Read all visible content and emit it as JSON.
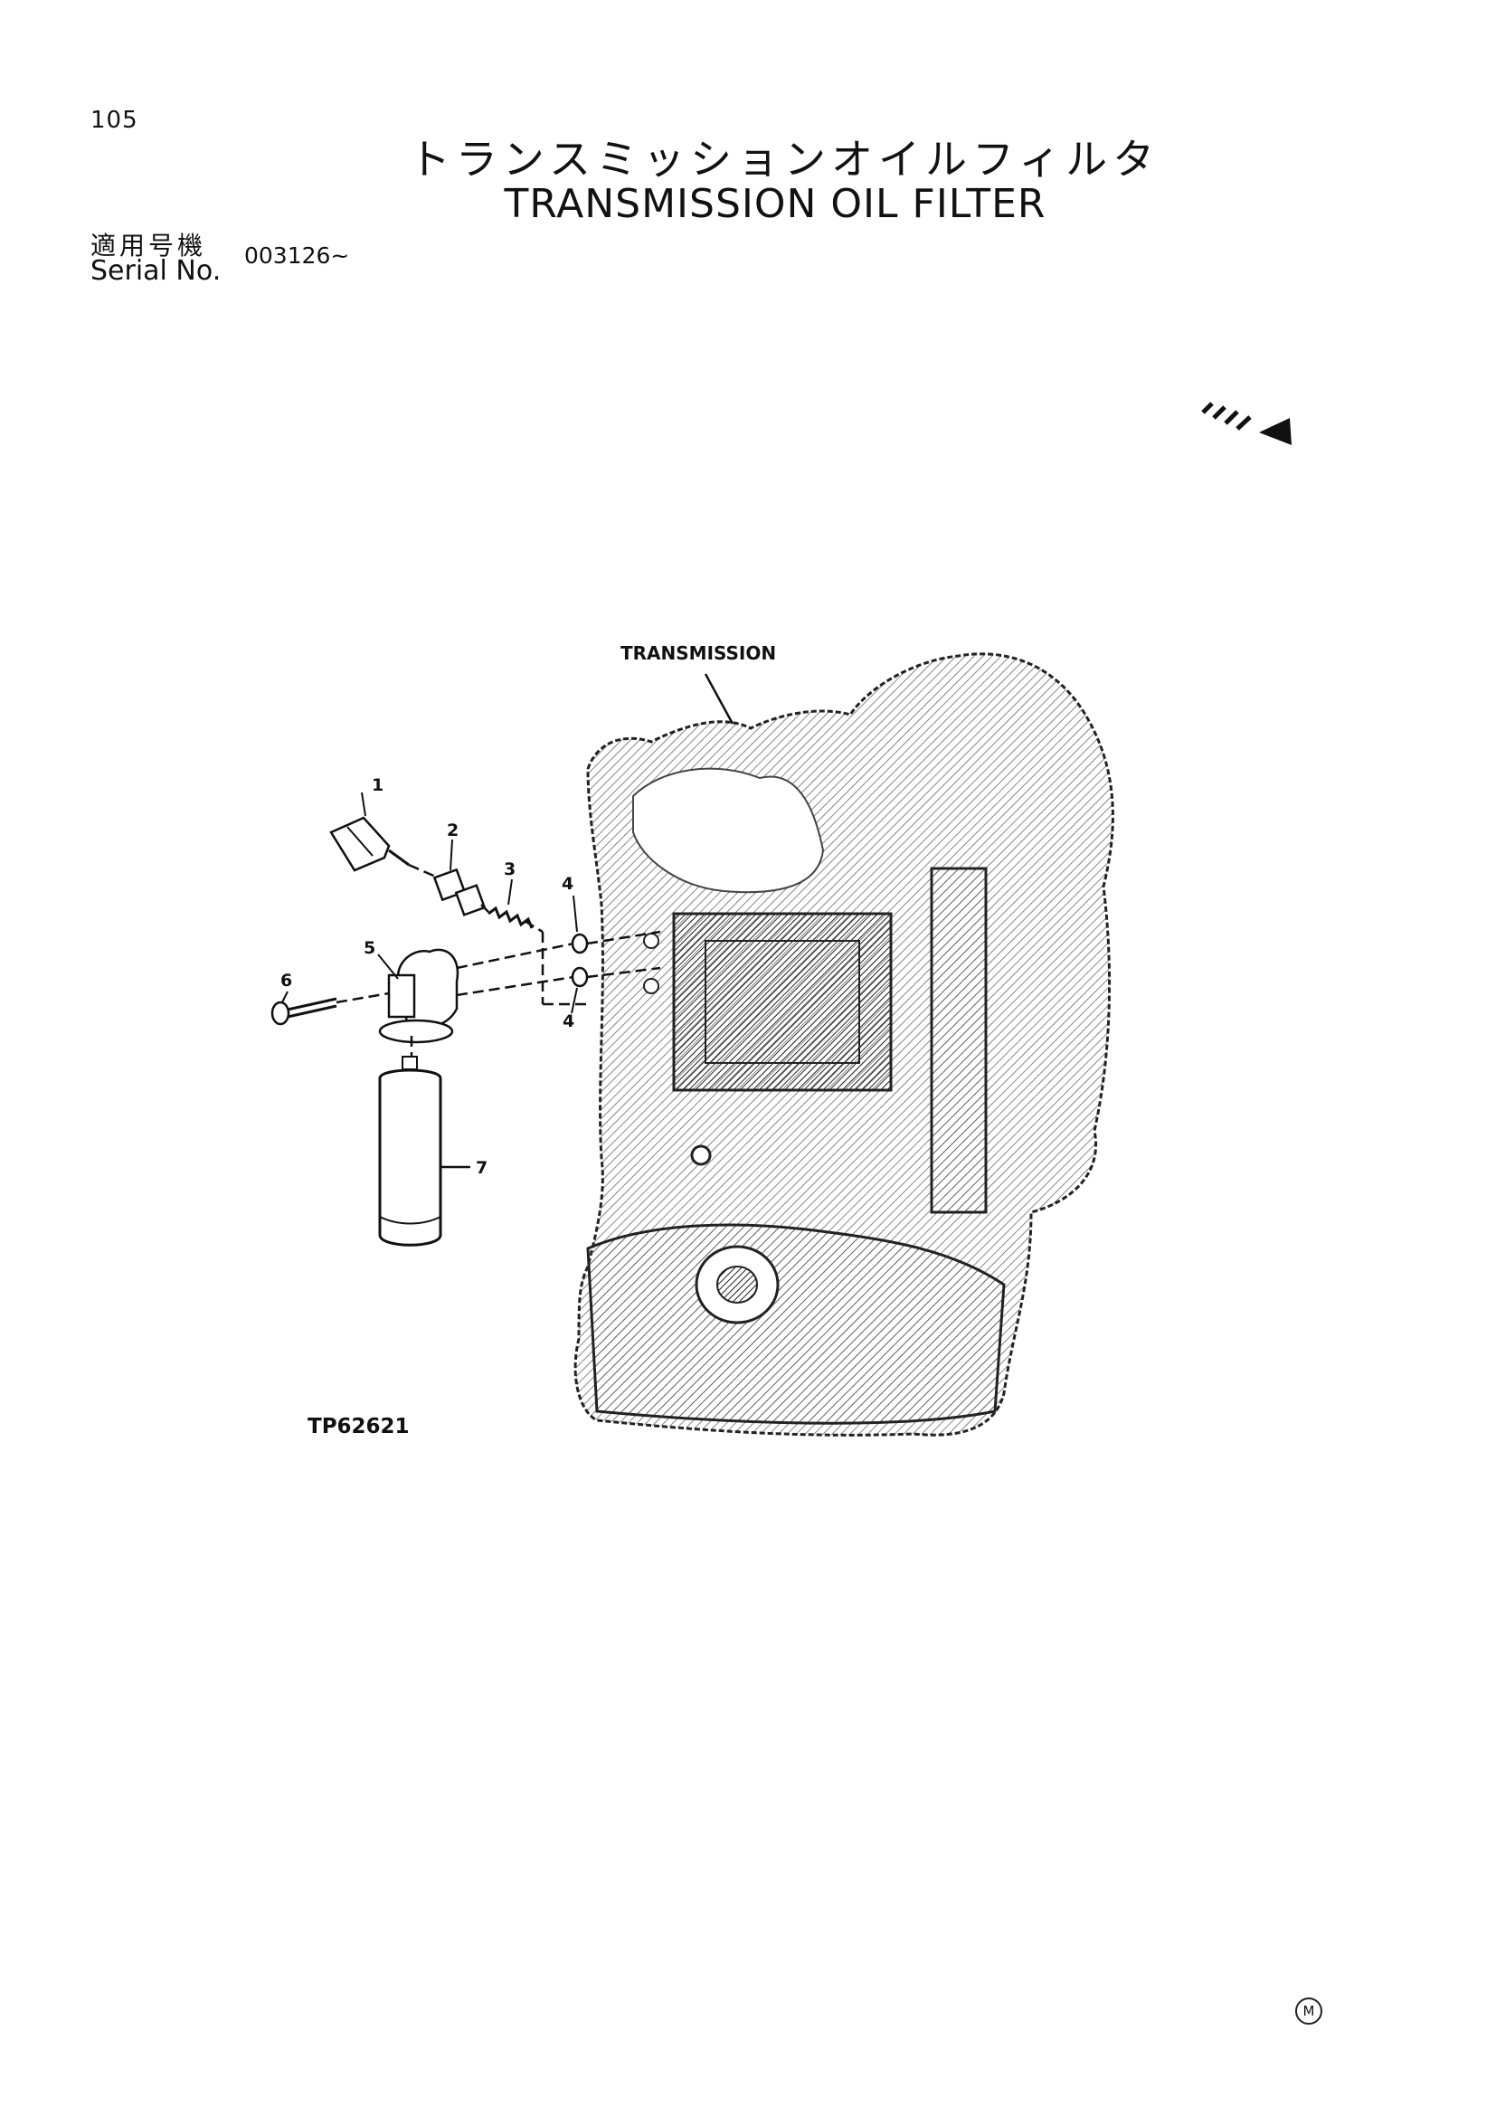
{
  "page": {
    "number": "105",
    "title_jp": "トランスミッションオイルフィルタ",
    "title_en": "TRANSMISSION OIL FILTER",
    "serial_label_jp": "適用号機",
    "serial_label_en": "Serial No.",
    "serial_value": "003126~"
  },
  "diagram": {
    "component_label": "TRANSMISSION",
    "reference_code": "TP62621",
    "callouts": [
      {
        "number": "1"
      },
      {
        "number": "2"
      },
      {
        "number": "3"
      },
      {
        "number": "4"
      },
      {
        "number": "4"
      },
      {
        "number": "5"
      },
      {
        "number": "6"
      },
      {
        "number": "7"
      }
    ],
    "icons": [
      "direction-arrow-icon",
      "circled-m-mark-icon"
    ]
  },
  "footer": {
    "mark": "M"
  }
}
